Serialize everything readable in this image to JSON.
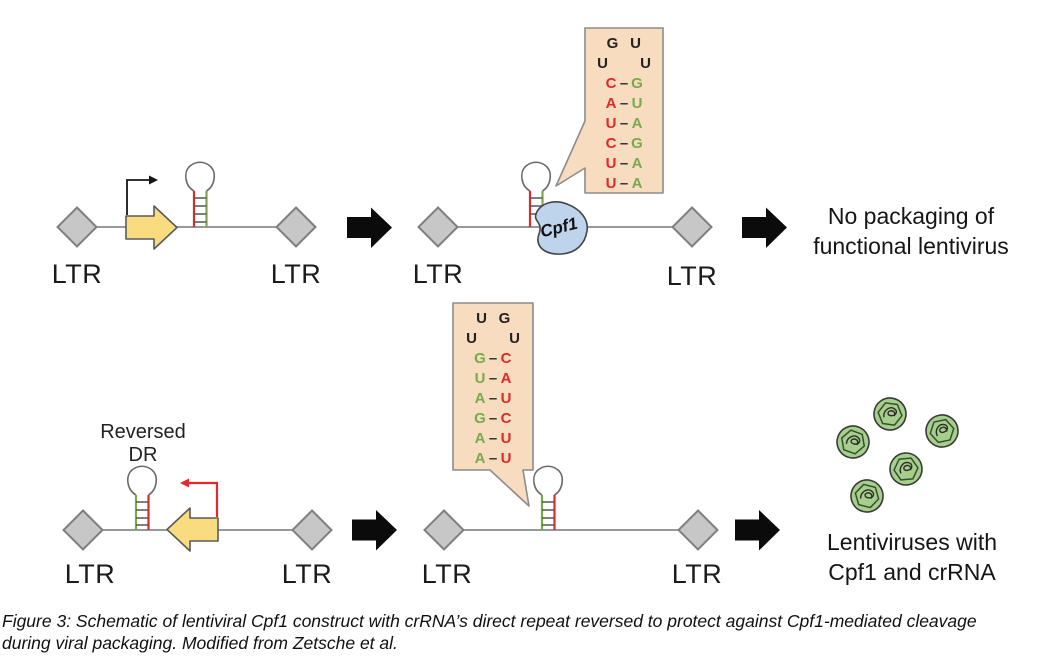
{
  "colors": {
    "seq-red": "#de2a28",
    "seq-green": "#77ab49",
    "promoter-yellow": "#f9dc80",
    "arrow-red": "#e8262b",
    "arrow-black": "#0b0b0b",
    "callout-peach": "#f7dcc0",
    "callout-border": "#8c8c8c",
    "cpf1-blue": "#bdd4ec",
    "virus-green": "#a7cf8c",
    "diamond-gray": "#c7c7c7",
    "diamond-border": "#7f7f7f",
    "line-gray": "#777777"
  },
  "labels": {
    "ltr": "LTR",
    "cpf1": "Cpf1",
    "reversed_dr_line1": "Reversed",
    "reversed_dr_line2": "DR",
    "no_packaging_line1": "No packaging of",
    "no_packaging_line2": "functional lentivirus",
    "lentivirus_line1": "Lentiviruses with",
    "lentivirus_line2": "Cpf1 and crRNA"
  },
  "bond": "–",
  "top_callout": {
    "loop_top": [
      "G",
      "U"
    ],
    "loop_mid": [
      "U",
      "U"
    ],
    "pairs": [
      {
        "left": "C",
        "right": "G"
      },
      {
        "left": "A",
        "right": "U"
      },
      {
        "left": "U",
        "right": "A"
      },
      {
        "left": "C",
        "right": "G"
      },
      {
        "left": "U",
        "right": "A"
      },
      {
        "left": "U",
        "right": "A"
      }
    ]
  },
  "bottom_callout": {
    "loop_top": [
      "U",
      "G"
    ],
    "loop_mid": [
      "U",
      "U"
    ],
    "pairs": [
      {
        "left": "G",
        "right": "C"
      },
      {
        "left": "U",
        "right": "A"
      },
      {
        "left": "A",
        "right": "U"
      },
      {
        "left": "G",
        "right": "C"
      },
      {
        "left": "A",
        "right": "U"
      },
      {
        "left": "A",
        "right": "U"
      }
    ]
  },
  "caption": "Figure 3: Schematic of lentiviral Cpf1 construct with crRNA’s direct repeat reversed to protect against Cpf1-mediated cleavage during viral packaging. Modified from Zetsche et al."
}
